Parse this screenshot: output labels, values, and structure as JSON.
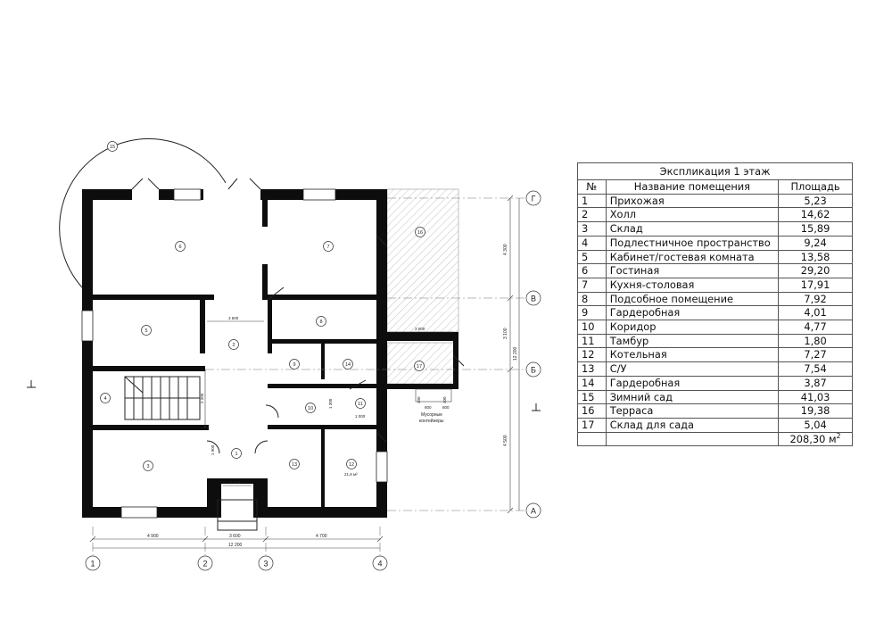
{
  "table": {
    "title": "Экспликация 1 этаж",
    "headers": {
      "num": "№",
      "name": "Название помещения",
      "area": "Площадь"
    },
    "rows": [
      {
        "num": "1",
        "name": "Прихожая",
        "area": "5,23"
      },
      {
        "num": "2",
        "name": "Холл",
        "area": "14,62"
      },
      {
        "num": "3",
        "name": "Склад",
        "area": "15,89"
      },
      {
        "num": "4",
        "name": "Подлестничное пространство",
        "area": "9,24"
      },
      {
        "num": "5",
        "name": "Кабинет/гостевая комната",
        "area": "13,58"
      },
      {
        "num": "6",
        "name": "Гостиная",
        "area": "29,20"
      },
      {
        "num": "7",
        "name": "Кухня-столовая",
        "area": "17,91"
      },
      {
        "num": "8",
        "name": "Подсобное помещение",
        "area": "7,92"
      },
      {
        "num": "9",
        "name": "Гардеробная",
        "area": "4,01"
      },
      {
        "num": "10",
        "name": "Коридор",
        "area": "4,77"
      },
      {
        "num": "11",
        "name": "Тамбур",
        "area": "1,80"
      },
      {
        "num": "12",
        "name": "Котельная",
        "area": "7,27"
      },
      {
        "num": "13",
        "name": "С/У",
        "area": "7,54"
      },
      {
        "num": "14",
        "name": "Гардеробная",
        "area": "3,87"
      },
      {
        "num": "15",
        "name": "Зимний сад",
        "area": "41,03"
      },
      {
        "num": "16",
        "name": "Терраса",
        "area": "19,38"
      },
      {
        "num": "17",
        "name": "Склад для сада",
        "area": "5,04"
      }
    ],
    "total_value": "208,30 м",
    "total_sup": "2"
  },
  "plan": {
    "room_markers": [
      "1",
      "2",
      "3",
      "4",
      "5",
      "6",
      "7",
      "8",
      "9",
      "10",
      "11",
      "12",
      "13",
      "14",
      "15",
      "16",
      "17"
    ],
    "axes_vertical": [
      "1",
      "2",
      "3",
      "4"
    ],
    "axes_horizontal": [
      "Г",
      "В",
      "Б",
      "А"
    ],
    "dims_bottom": [
      "4 900",
      "3 600",
      "4 700",
      "12 200"
    ],
    "dims_right": [
      "4 300",
      "3 100",
      "4 500",
      "12 200"
    ],
    "dims_inner": [
      "3 500",
      "3 000",
      "1 000",
      "2 200",
      "1 900",
      "1 300",
      "1 000",
      "400",
      "800",
      "800",
      "400"
    ],
    "boiler_area_note": "21,8 м²",
    "bins_label_1": "Мусорные",
    "bins_label_2": "контейнеры"
  }
}
